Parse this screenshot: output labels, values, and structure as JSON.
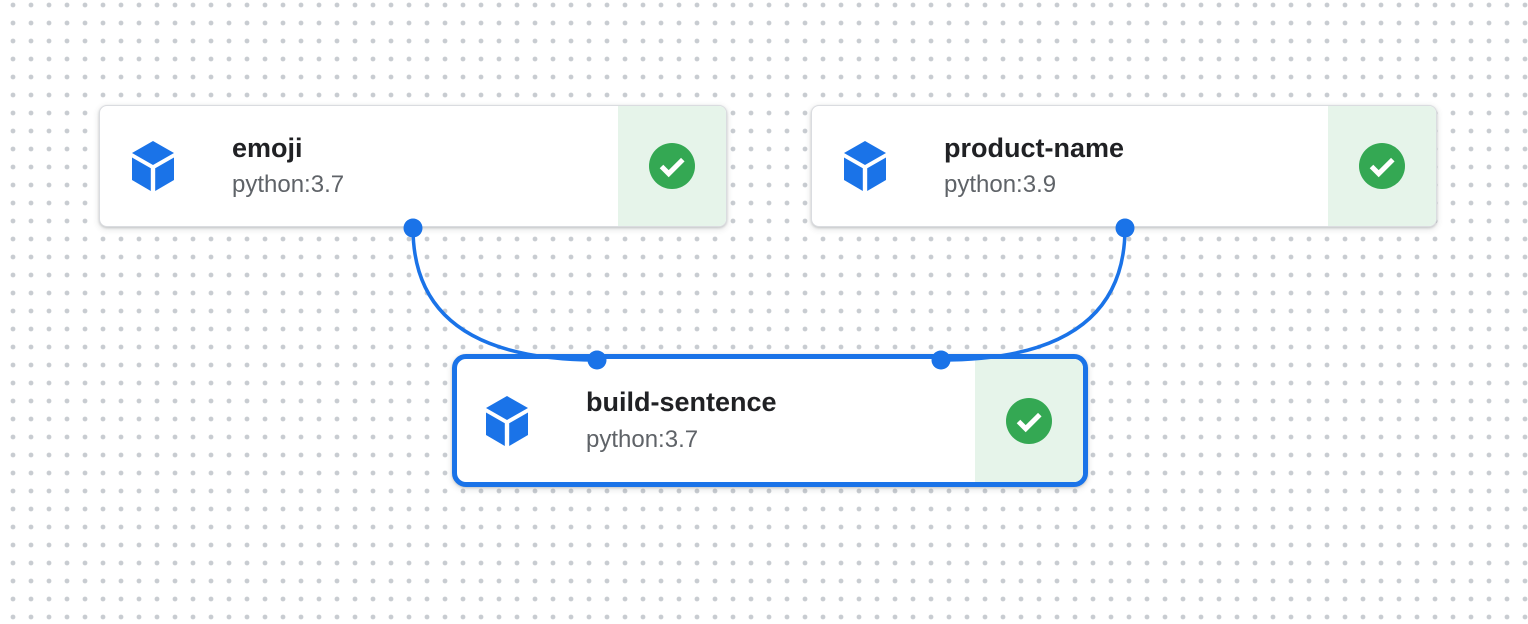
{
  "canvas": {
    "kind": "pipeline-dag-canvas",
    "background_color": "#ffffff",
    "dot_grid_color": "#c8ccd1"
  },
  "colors": {
    "accent_blue": "#1a73e8",
    "success_green": "#34a853",
    "success_panel_bg": "#e6f4ea",
    "title_text": "#202124",
    "subtitle_text": "#5f6368",
    "card_border": "#dadce0"
  },
  "nodes": [
    {
      "id": "emoji",
      "name": "emoji",
      "image": "python:3.7",
      "status": "succeeded",
      "selected": false,
      "icon": "deployed-code-cube",
      "status_icon": "check-circle"
    },
    {
      "id": "product-name",
      "name": "product-name",
      "image": "python:3.9",
      "status": "succeeded",
      "selected": false,
      "icon": "deployed-code-cube",
      "status_icon": "check-circle"
    },
    {
      "id": "build-sentence",
      "name": "build-sentence",
      "image": "python:3.7",
      "status": "succeeded",
      "selected": true,
      "icon": "deployed-code-cube",
      "status_icon": "check-circle"
    }
  ],
  "edges": [
    {
      "from": "emoji",
      "to": "build-sentence"
    },
    {
      "from": "product-name",
      "to": "build-sentence"
    }
  ]
}
